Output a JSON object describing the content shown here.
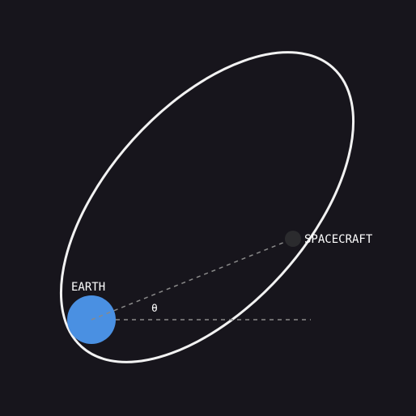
{
  "labels": {
    "earth": "EARTH",
    "spacecraft": "SPACECRAFT",
    "angle": "θ"
  },
  "colors": {
    "background": "#17151c",
    "orbit": "#f2f2f2",
    "earth": "#4a90e2",
    "spacecraft": "#2b2b2e",
    "guide": "#8a8a8a",
    "text": "#ffffff"
  }
}
